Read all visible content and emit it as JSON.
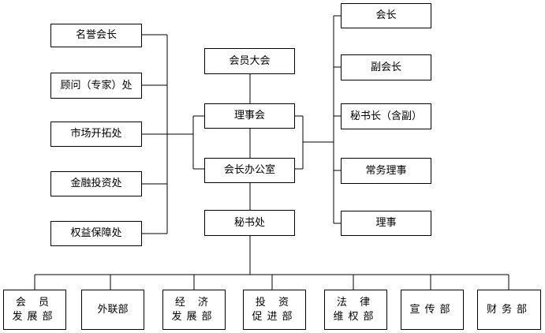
{
  "diagram": {
    "left": {
      "honorary_president": "名誉会长",
      "advisor": "顾问（专家）处",
      "market_development": "市场开拓处",
      "financial_investment": "金融投资处",
      "rights_protection": "权益保障处"
    },
    "center": {
      "general_assembly": "会员大会",
      "council": "理事会",
      "president_office": "会长办公室",
      "secretariat": "秘书处"
    },
    "right": {
      "president": "会长",
      "vice_president": "副会长",
      "secretary_general": "秘书长（含副）",
      "standing_director": "常务理事",
      "director": "理事"
    },
    "departments": {
      "member_development": "会 员\n发展部",
      "external_liaison": "外联部",
      "economic_development": "经 济\n发展部",
      "investment_promotion": "投 资\n促进部",
      "legal_rights": "法 律\n维权部",
      "publicity": "宣传部",
      "finance": "财务部"
    }
  }
}
